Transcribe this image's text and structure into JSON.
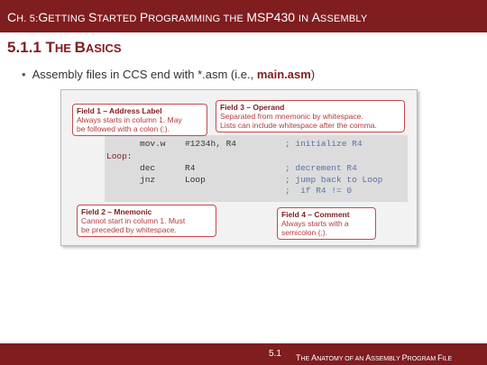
{
  "header": {
    "title_parts": [
      {
        "text": "C",
        "size": "big"
      },
      {
        "text": "H. 5:",
        "size": "sm"
      },
      {
        "text": "G",
        "size": "big"
      },
      {
        "text": "ETTING ",
        "size": "sm"
      },
      {
        "text": "S",
        "size": "big"
      },
      {
        "text": "TARTED ",
        "size": "sm"
      },
      {
        "text": "P",
        "size": "big"
      },
      {
        "text": "ROGRAMMING THE ",
        "size": "sm"
      },
      {
        "text": "MSP430 ",
        "size": "big"
      },
      {
        "text": "IN ",
        "size": "sm"
      },
      {
        "text": "A",
        "size": "big"
      },
      {
        "text": "SSEMBLY",
        "size": "sm"
      }
    ]
  },
  "section": {
    "heading_parts": [
      {
        "text": "5.1.1 T",
        "size": "big"
      },
      {
        "text": "HE ",
        "size": "sm"
      },
      {
        "text": "B",
        "size": "big"
      },
      {
        "text": "ASICS",
        "size": "sm"
      }
    ]
  },
  "bullet": {
    "text": "Assembly files in CCS end with *.asm (i.e., ",
    "filename": "main.asm",
    "suffix": ")"
  },
  "figure": {
    "code": {
      "line1_instr": "mov.w",
      "line1_operands": "#1234h, R4",
      "line1_comment": "; initialize R4",
      "loop_label": "Loop:",
      "line2_instr": "dec",
      "line2_operands": "R4",
      "line2_comment": "; decrement R4",
      "line3_instr": "jnz",
      "line3_operands": "Loop",
      "line3_comment": "; jump back to Loop",
      "line4_comment": ";  if R4 != 0"
    },
    "callouts": {
      "field1": {
        "title": "Field 1 – Address Label",
        "body1": "Always starts in column 1.  May",
        "body2": "be followed with a colon (:)."
      },
      "field2": {
        "title": "Field 2 – Mnemonic",
        "body1": "Cannot start in column 1.  Must",
        "body2": "be preceded by whitespace."
      },
      "field3": {
        "title": "Field 3 – Operand",
        "body1": "Separated from mnemonic by whitespace.",
        "body2": "Lists can include whitespace after the comma."
      },
      "field4": {
        "title": "Field 4 – Comment",
        "body1": "Always starts with a",
        "body2": "semicolon (;)."
      }
    }
  },
  "footer": {
    "page": "5.1",
    "title_parts": [
      {
        "text": "T",
        "size": "big"
      },
      {
        "text": "HE ",
        "size": "sm"
      },
      {
        "text": "A",
        "size": "big"
      },
      {
        "text": "NATOMY OF AN ",
        "size": "sm"
      },
      {
        "text": "A",
        "size": "big"
      },
      {
        "text": "SSEMBLY ",
        "size": "sm"
      },
      {
        "text": "P",
        "size": "big"
      },
      {
        "text": "ROGRAM ",
        "size": "sm"
      },
      {
        "text": "F",
        "size": "big"
      },
      {
        "text": "ILE",
        "size": "sm"
      }
    ]
  },
  "colors": {
    "brand": "#7f1d1f",
    "callout_border": "#c24a4d",
    "comment": "#5a70a8"
  }
}
